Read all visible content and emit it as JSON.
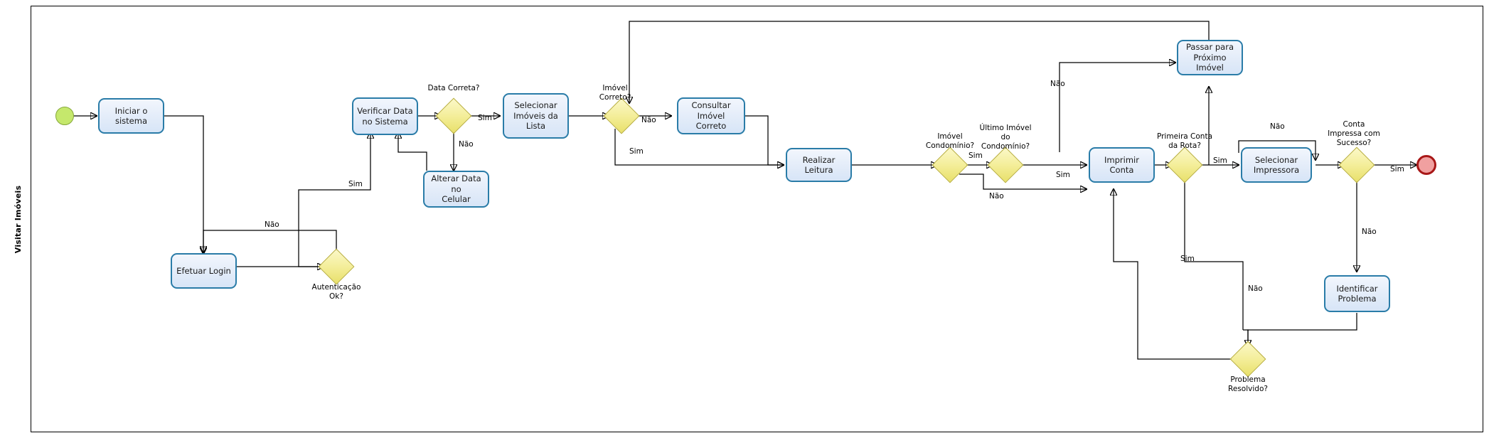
{
  "diagram": {
    "type": "bpmn-process-flowchart",
    "language": "pt-BR",
    "pool_lane_title": "Visitar Imóveis",
    "colors": {
      "task_fill": "#e3ecf9",
      "task_border": "#2a7ca8",
      "gateway_fill": "#f4ee9a",
      "gateway_border": "#b8ae3c",
      "start_event_fill": "#c5e86c",
      "start_event_border": "#86a83a",
      "end_event_fill": "#f0a0a0",
      "end_event_border": "#a81717",
      "connector": "#000000",
      "pool_border": "#000000"
    }
  },
  "events": {
    "start": {
      "name": "start-event",
      "label": ""
    },
    "end": {
      "name": "end-event",
      "label": ""
    }
  },
  "tasks": [
    {
      "id": "iniciar-sistema",
      "label": "Iniciar o\nsistema"
    },
    {
      "id": "efetuar-login",
      "label": "Efetuar Login"
    },
    {
      "id": "verificar-data",
      "label": "Verificar Data\nno Sistema"
    },
    {
      "id": "alterar-data",
      "label": "Alterar Data no\nCelular"
    },
    {
      "id": "selecionar-imoveis",
      "label": "Selecionar\nImóveis da\nLista"
    },
    {
      "id": "consultar-imovel",
      "label": "Consultar\nImóvel Correto"
    },
    {
      "id": "realizar-leitura",
      "label": "Realizar Leitura"
    },
    {
      "id": "imprimir-conta",
      "label": "Imprimir Conta"
    },
    {
      "id": "passar-proximo",
      "label": "Passar para\nPróximo Imóvel"
    },
    {
      "id": "selecionar-impressora",
      "label": "Selecionar\nImpressora"
    },
    {
      "id": "identificar-problema",
      "label": "Identificar\nProblema"
    }
  ],
  "gateways": [
    {
      "id": "autenticacao-ok",
      "label": "Autenticação\nOk?"
    },
    {
      "id": "data-correta",
      "label": "Data Correta?"
    },
    {
      "id": "imovel-correto",
      "label": "Imóvel\nCorreto?"
    },
    {
      "id": "imovel-condominio",
      "label": "Imóvel\nCondomínio?"
    },
    {
      "id": "ultimo-imovel",
      "label": "Último Imóvel\ndo\nCondomínio?"
    },
    {
      "id": "primeira-conta",
      "label": "Primeira Conta\nda Rota?"
    },
    {
      "id": "conta-impressa",
      "label": "Conta\nImpressa com\nSucesso?"
    },
    {
      "id": "problema-resolvido",
      "label": "Problema\nResolvido?"
    }
  ],
  "flow_labels": {
    "auth_nao": "Não",
    "auth_sim": "Sim",
    "data_sim": "Sim",
    "data_nao": "Não",
    "imovel_nao": "Não",
    "imovel_sim": "Sim",
    "condominio_sim": "Sim",
    "condominio_nao": "Não",
    "ultimo_sim": "Sim",
    "ultimo_nao": "Não",
    "primeira_sim": "Sim",
    "impressora_nao": "Não",
    "conta_sim": "Sim",
    "conta_nao": "Não",
    "problema_sim": "Sim",
    "problema_nao": "Não"
  }
}
